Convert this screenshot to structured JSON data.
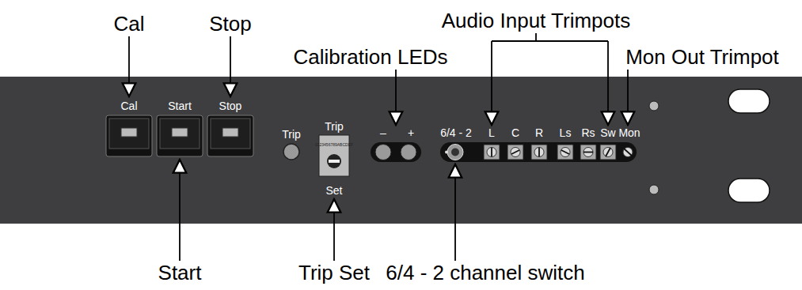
{
  "diagram": {
    "labels": [
      "Cal",
      "Stop",
      "Audio Input Trimpots",
      "Calibration LEDs",
      "Mon Out Trimpot",
      "Start",
      "Trip Set",
      "6/4 - 2 channel switch",
      "Cal",
      "Start",
      "Stop",
      "Trip",
      "Trip",
      "0123456789ABCDEF",
      "Set",
      "–",
      "+",
      "6/4 - 2",
      "L",
      "C",
      "R",
      "Ls",
      "Rs",
      "Sw",
      "Mon"
    ]
  }
}
